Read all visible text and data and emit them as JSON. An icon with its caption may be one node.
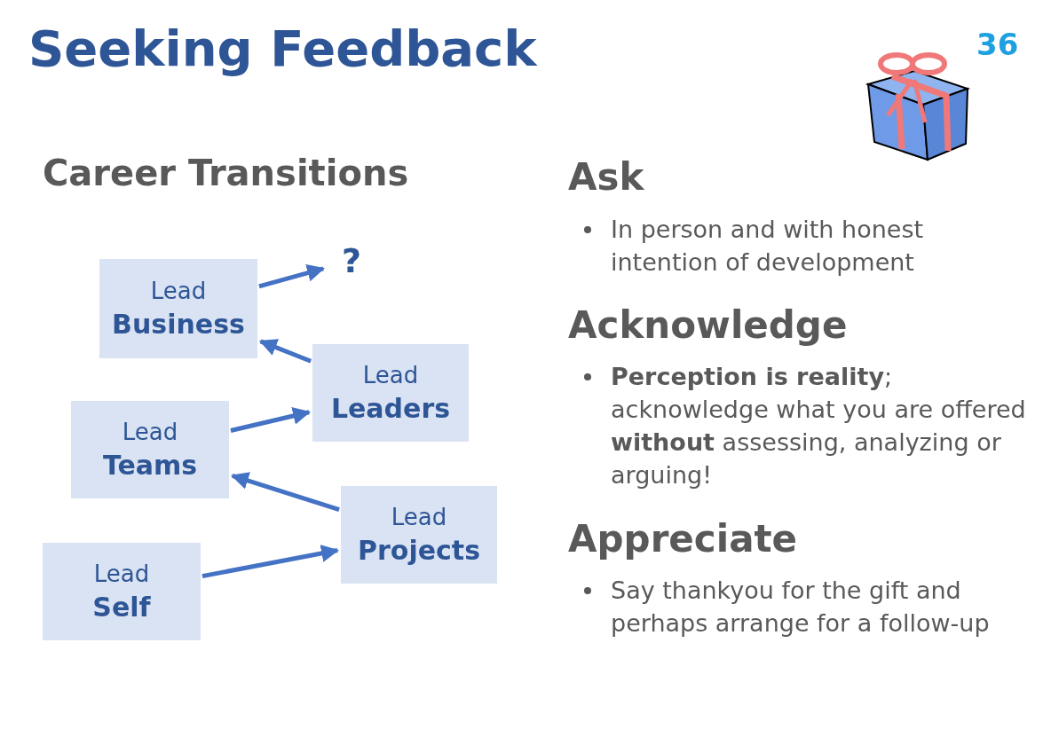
{
  "diagram": {
    "title": "Seeking Feedback",
    "nodes": [
      {
        "text": [
          "Lead",
          "Business"
        ]
      },
      {
        "text": [
          "?"
        ]
      },
      {
        "text": [
          "Lead",
          "Leaders"
        ]
      },
      {
        "text": [
          "Lead",
          "Teams"
        ]
      },
      {
        "text": [
          "Lead",
          "Projects"
        ]
      },
      {
        "text": [
          "Lead",
          "Self"
        ]
      }
    ],
    "edges": [
      {
        "from": 5,
        "to": 4,
        "arrow": "to"
      },
      {
        "from": 4,
        "to": 3,
        "arrow": "to"
      },
      {
        "from": 3,
        "to": 2,
        "arrow": "to"
      },
      {
        "from": 2,
        "to": 0,
        "arrow": "to"
      },
      {
        "from": 0,
        "to": 1,
        "arrow": "to"
      }
    ],
    "labels": [
      "36",
      "Career Transitions",
      "Ask",
      "In person and with honest intention of development",
      "Acknowledge",
      "**Perception is reality**; acknowledge what you are offered **without** assessing, analyzing or arguing!",
      "Appreciate",
      "Say thankyou for the gift and perhaps arrange for a follow-up"
    ]
  }
}
